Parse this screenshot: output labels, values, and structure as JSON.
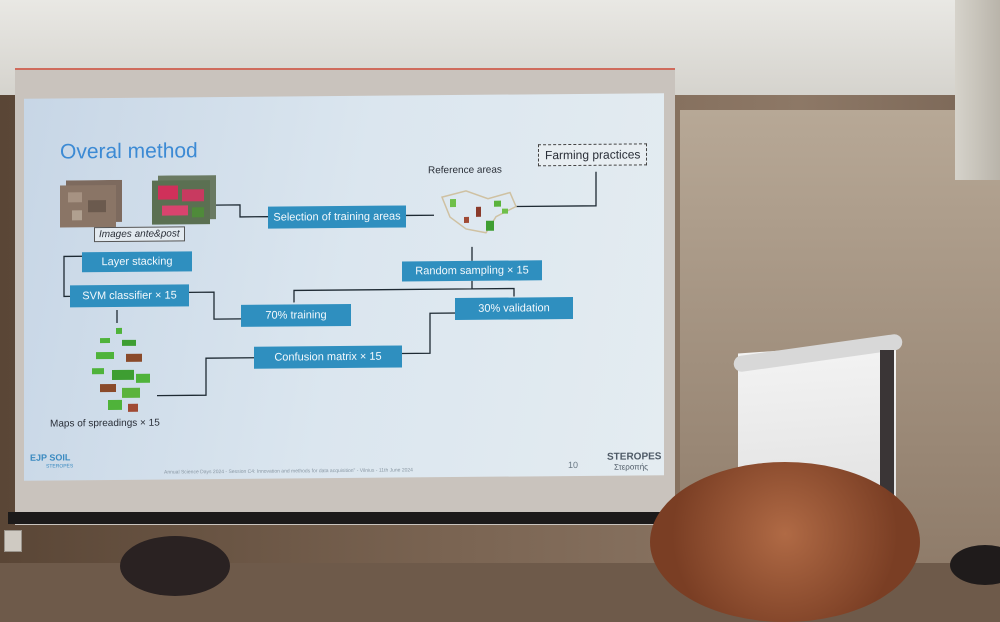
{
  "slide": {
    "title": "Overal method",
    "farming_practices": "Farming practices",
    "reference_areas": "Reference areas",
    "images_label": "Images ante&post",
    "selection_box": "Selection of training areas",
    "layer_stacking": "Layer stacking",
    "svm_classifier": "SVM  classifier × 15",
    "random_sampling": "Random sampling × 15",
    "training": "70% training",
    "validation": "30% validation",
    "confusion_matrix": "Confusion matrix × 15",
    "maps_label": "Maps of spreadings × 15",
    "page_number": "10",
    "footer_text": "Annual Science Days 2024 - Session C4: Innovation and methods for data acquisition\" - Vilnius - 11th June 2024",
    "logo_left": "EJP SOIL",
    "logo_left_sub": "STEROPES",
    "logo_right": "STEROPES",
    "logo_right_greek": "Στεροπής"
  },
  "colors": {
    "box_fill": "#2f8fbf",
    "title_color": "#3c8ad4",
    "slide_bg": "#d6e3ee"
  }
}
